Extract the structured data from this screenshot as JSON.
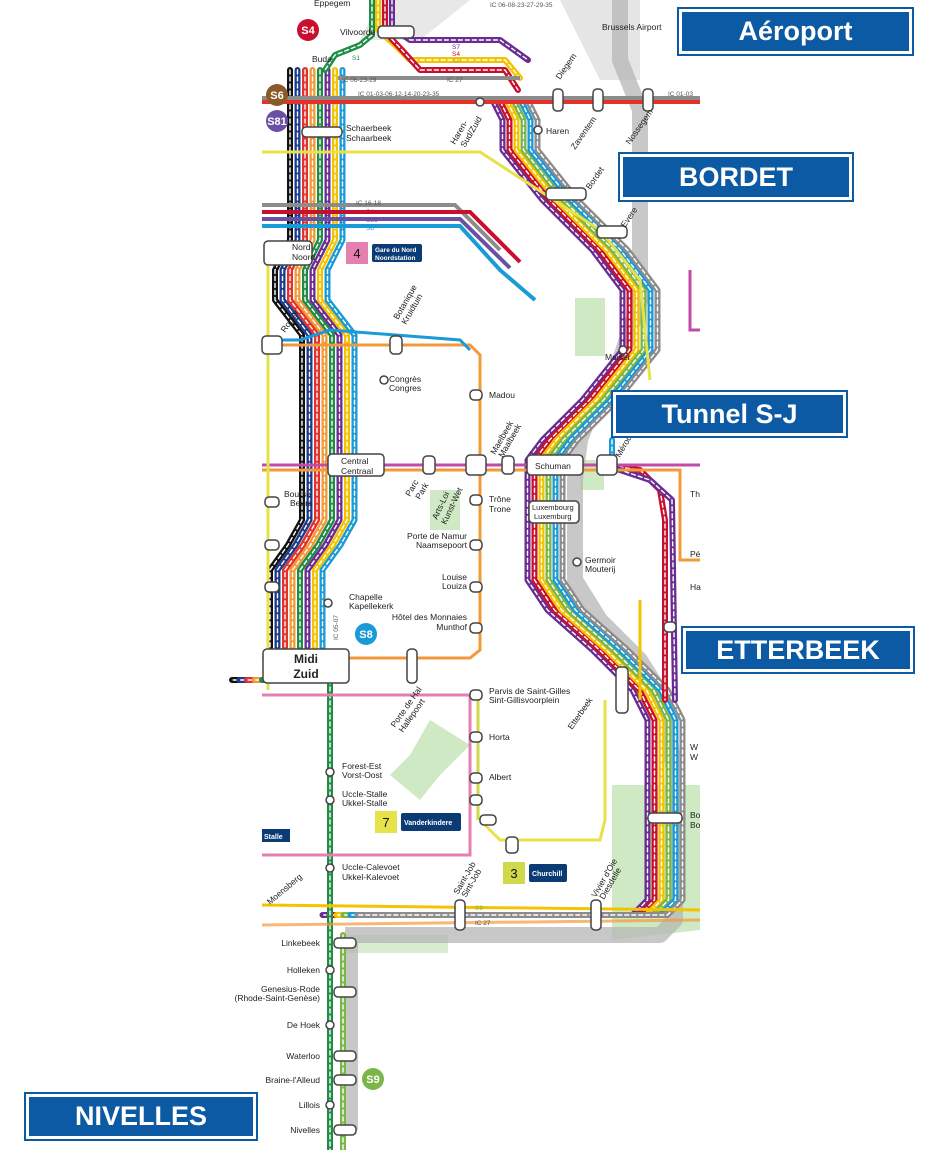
{
  "callouts": {
    "aeroport": "Aéroport",
    "bordet": "BORDET",
    "tunnel": "Tunnel S-J",
    "etterbeek": "ETTERBEEK",
    "nivelles": "NIVELLES"
  },
  "line_badges": {
    "s4": "S4",
    "s6": "S6",
    "s81": "S81",
    "s8": "S8",
    "s9": "S9"
  },
  "metro_badges": {
    "m4": "4",
    "m4_label_1": "Gare du Nord",
    "m4_label_2": "Noordstation",
    "m7": "7",
    "m7_label": "Vanderkindere",
    "m3": "3",
    "m3_label": "Churchill"
  },
  "stations": {
    "eppegem": "Eppegem",
    "vilvoorde": "Vilvoorde",
    "buda": "Buda",
    "brussels_airport": "Brussels Airport",
    "diegem": "Diegem",
    "haren_sud_1": "Haren-",
    "haren_sud_2": "Sud/Zuid",
    "haren": "Haren",
    "zaventem": "Zaventem",
    "nossegem": "Nossegem",
    "schaerbeek_1": "Schaerbeek",
    "schaerbeek_2": "Schaarbeek",
    "bordet": "Bordet",
    "evere": "Evere",
    "nord_1": "Nord",
    "nord_2": "Noord",
    "rogier": "Rogier",
    "botanique_1": "Botanique",
    "botanique_2": "Kruidtuin",
    "congres_1": "Congrès",
    "congres_2": "Congres",
    "madou": "Madou",
    "meiser": "Meiser",
    "central_1": "Central",
    "central_2": "Centraal",
    "maelbeek_1": "Maelbeek",
    "maelbeek_2": "Maalbeek",
    "schuman": "Schuman",
    "merode": "Mérode",
    "parc_1": "Parc",
    "parc_2": "Park",
    "artsloi_1": "Arts-Loi",
    "artsloi_2": "Kunst-Wet",
    "bourse_1": "Bourse",
    "bourse_2": "Beurs",
    "trone_1": "Trône",
    "trone_2": "Trone",
    "luxembourg_1": "Luxembourg",
    "luxembourg_2": "Luxemburg",
    "namur_1": "Porte de Namur",
    "namur_2": "Naamsepoort",
    "germoir_1": "Germoir",
    "germoir_2": "Mouterij",
    "louise_1": "Louise",
    "louise_2": "Louiza",
    "chapelle_1": "Chapelle",
    "chapelle_2": "Kapellekerk",
    "monnaies_1": "Hôtel des Monnaies",
    "monnaies_2": "Munthof",
    "midi_1": "Midi",
    "midi_2": "Zuid",
    "hal_1": "Porte de Hal",
    "hal_2": "Hallepoort",
    "stgilles_1": "Parvis de Saint-Gilles",
    "stgilles_2": "Sint-Gillisvoorplein",
    "etterbeek": "Etterbeek",
    "horta": "Horta",
    "forest_1": "Forest-Est",
    "forest_2": "Vorst-Oost",
    "albert": "Albert",
    "uccle_stalle_1": "Uccle-Stalle",
    "uccle_stalle_2": "Ukkel-Stalle",
    "stalle_p": "Stalle",
    "calevoet_1": "Uccle-Calevoet",
    "calevoet_2": "Ukkel-Kalevoet",
    "moensberg": "Moensberg",
    "saintjob_1": "Saint-Job",
    "saintjob_2": "Sint-Job",
    "vivier_1": "Vivier d'Oie",
    "vivier_2": "Diesdelle",
    "linkebeek": "Linkebeek",
    "holleken": "Holleken",
    "genesius_1": "Genesius-Rode",
    "genesius_2": "(Rhode-Saint-Genèse)",
    "dehoek": "De Hoek",
    "waterloo": "Waterloo",
    "alleud": "Braine-l'Alleud",
    "lillois": "Lillois",
    "nivelles": "Nivelles",
    "th": "Th",
    "pe": "Pé",
    "ha": "Ha",
    "bo_1": "Bo",
    "bo_2": "Bo",
    "w_1": "W",
    "w_2": "W"
  },
  "line_labels": {
    "ic_06_08": "IC 06-08-23-27-29-35",
    "ic_06_23_29": "IC 06-23-29",
    "ic_27": "IC 27",
    "ic_main": "IC 01-03-06-12-14-20-23-35",
    "ic_right": "IC 01-03",
    "ic_16_18": "IC 16-18",
    "s7": "S7",
    "s4": "S4",
    "s5": "S5",
    "s2": "S2",
    "s8": "S8",
    "s81": "S81",
    "s1": "S1",
    "s10": "S10",
    "s3": "S3",
    "s6": "S6",
    "s9": "S9",
    "ic_05_07": "IC 05-07"
  },
  "colors": {
    "callout_bg": "#0b5aa3",
    "s1": "#1e8c45",
    "s2": "#e4322b",
    "s3": "#1d3b8c",
    "s4": "#c8102e",
    "s5": "#f4c300",
    "s6": "#8b5a2b",
    "s7": "#6a2c91",
    "s8": "#1a9ad6",
    "s9": "#7ab648",
    "s10": "#111111",
    "s81": "#6a4fa3",
    "ic": "#8c8c8c",
    "yellow_line": "#e6e24a",
    "orange_line": "#f29a3a",
    "pink_line": "#e57fb0",
    "metro_1": "#c24ba8",
    "metro_2": "#e6e24a",
    "park": "#cfe9c4"
  }
}
